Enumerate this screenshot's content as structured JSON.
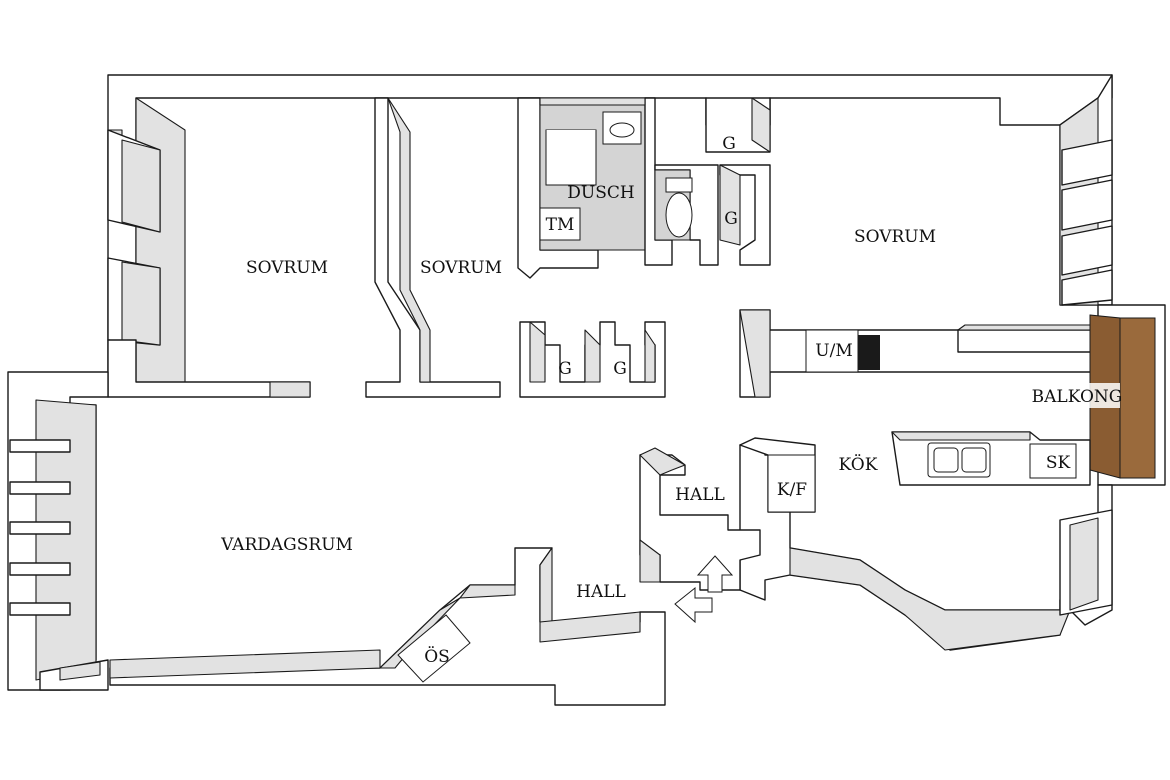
{
  "rooms": {
    "sovrum_left": "SOVRUM",
    "sovrum_middle": "SOVRUM",
    "sovrum_right": "SOVRUM",
    "dusch": "DUSCH",
    "tm": "TM",
    "g_wardrobe_1": "G",
    "g_wardrobe_2": "G",
    "g_wardrobe_3": "G",
    "g_wardrobe_4": "G",
    "vardagsrum": "VARDAGSRUM",
    "hall_upper": "HALL",
    "hall_lower": "HALL",
    "os": "ÖS",
    "um": "U/M",
    "kf": "K/F",
    "kok": "KÖK",
    "sk": "SK",
    "balkong": "BALKONG"
  },
  "colors": {
    "wall_face": "#ffffff",
    "wall_side": "#e2e2e2",
    "bathroom_floor": "#d4d4d4",
    "balcony_wood": "#9a6a3c",
    "outline": "#1a1a1a"
  }
}
